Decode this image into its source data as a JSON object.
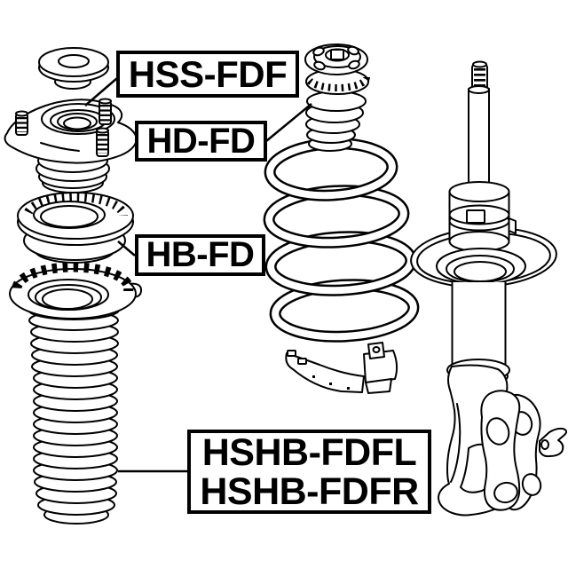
{
  "colors": {
    "background": "#ffffff",
    "line": "#000000"
  },
  "labels": {
    "hss_fdf": "HSS-FDF",
    "hd_fd": "HD-FD",
    "hb_fd": "HB-FD",
    "hshb_fdfl": "HSHB-FDFL",
    "hshb_fdfr": "HSHB-FDFR"
  }
}
